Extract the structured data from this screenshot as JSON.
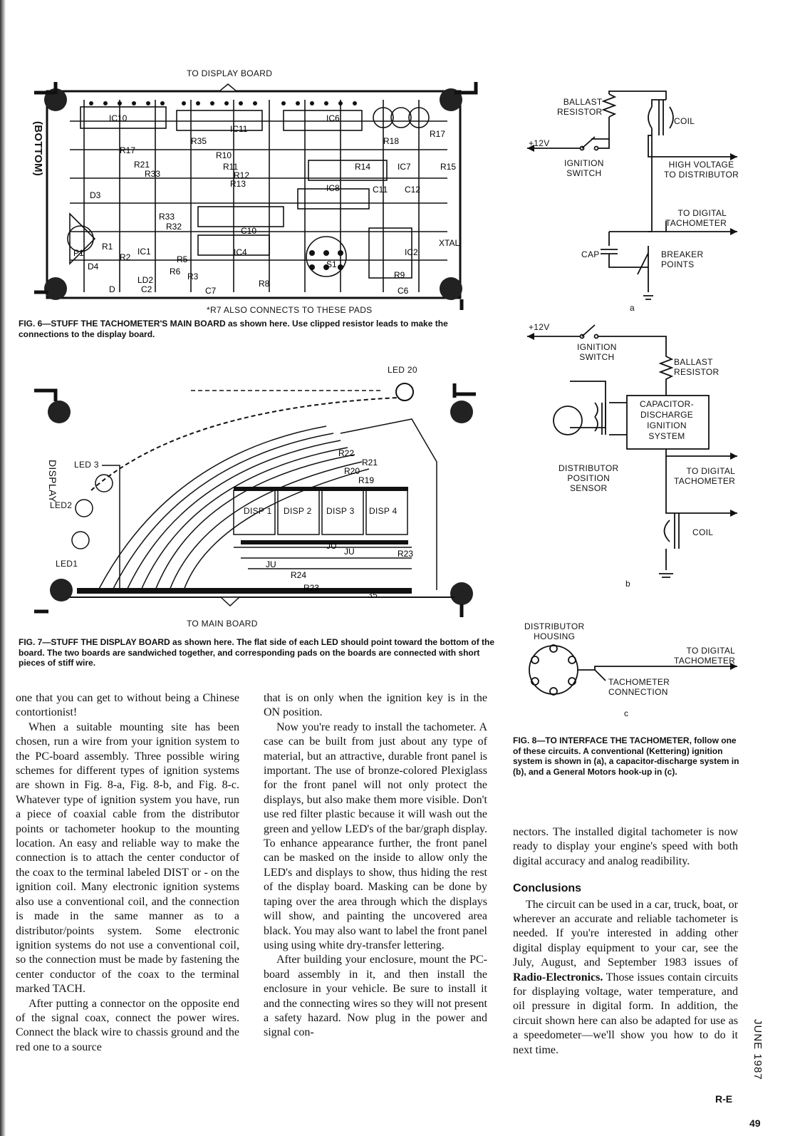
{
  "fig6": {
    "top_label": "TO DISPLAY BOARD",
    "note": "*R7 ALSO CONNECTS TO THESE PADS",
    "side_label": "(BOTTOM)",
    "caption_fig": "FIG. 6—STUFF THE TACHOMETER'S MAIN BOARD",
    "caption_text": " as shown here. Use clipped resistor leads to make the connections to the display board."
  },
  "fig7": {
    "top_label": "LED 20",
    "bottom_label": "TO MAIN BOARD",
    "side_label": "DISPLAY",
    "led_labels": [
      "LED 3",
      "LED2",
      "LED1"
    ],
    "disp_labels": [
      "DISP 1",
      "DISP 2",
      "DISP 3",
      "DISP 4"
    ],
    "pad_label": "35",
    "caption_fig": "FIG. 7—STUFF THE DISPLAY BOARD",
    "caption_text": " as shown here. The flat side of each LED should point toward the bottom of the board. The two boards are sandwiched together, and corresponding pads on the boards are connected with short pieces of stiff wire."
  },
  "fig8": {
    "a": {
      "ballast": [
        "BALLAST",
        "RESISTOR"
      ],
      "coil": "COIL",
      "plus12": "+12V",
      "ignition": [
        "IGNITION",
        "SWITCH"
      ],
      "high_voltage": [
        "HIGH VOLTAGE",
        "TO DISTRIBUTOR"
      ],
      "to_tach": [
        "TO DIGITAL",
        "TACHOMETER"
      ],
      "cap": "CAP",
      "breaker": [
        "BREAKER",
        "POINTS"
      ],
      "letter": "a"
    },
    "b": {
      "plus12": "+12V",
      "ignition": [
        "IGNITION",
        "SWITCH"
      ],
      "ballast": [
        "BALLAST",
        "RESISTOR"
      ],
      "cd": [
        "CAPACITOR-",
        "DISCHARGE",
        "IGNITION",
        "SYSTEM"
      ],
      "sensor": [
        "DISTRIBUTOR",
        "POSITION",
        "SENSOR"
      ],
      "to_tach": [
        "TO DIGITAL",
        "TACHOMETER"
      ],
      "coil": "COIL",
      "letter": "b"
    },
    "c": {
      "housing": [
        "DISTRIBUTOR",
        "HOUSING"
      ],
      "to_tach": [
        "TO DIGITAL",
        "TACHOMETER"
      ],
      "connection": [
        "TACHOMETER",
        "CONNECTION"
      ],
      "letter": "c"
    },
    "caption_fig": "FIG. 8—TO INTERFACE THE TACHOMETER,",
    "caption_text": " follow one of these circuits. A conventional (Kettering) ignition system is shown in (a), a capacitor-discharge system in (b), and a General Motors hook-up in (c)."
  },
  "col1": [
    "one that you can get to without being a Chinese contortionist!",
    "When a suitable mounting site has been chosen, run a wire from your ignition system to the PC-board assembly. Three possible wiring schemes for different types of ignition systems are shown in Fig. 8-a, Fig. 8-b, and Fig. 8-c. Whatever type of ignition system you have, run a piece of coaxial cable from the distributor points or tachometer hookup to the mounting location. An easy and reliable way to make the connection is to attach the center conductor of the coax to the terminal labeled DIST or - on the ignition coil. Many electronic ignition systems also use a conventional coil, and the connection is made in the same manner as to a distributor/points system. Some electronic ignition systems do not use a conventional coil, so the connection must be made by fastening the center conductor of the coax to the terminal marked TACH.",
    "After putting a connector on the opposite end of the signal coax, connect the power wires. Connect the black wire to chassis ground and the red one to a source"
  ],
  "col2": [
    "that is on only when the ignition key is in the ON position.",
    "Now you're ready to install the tachometer. A case can be built from just about any type of material, but an attractive, durable front panel is important. The use of bronze-colored Plexiglass for the front panel will not only protect the displays, but also make them more visible. Don't use red filter plastic because it will wash out the green and yellow LED's of the bar/graph display. To enhance appearance further, the front panel can be masked on the inside to allow only the LED's and displays to show, thus hiding the rest of the display board. Masking can be done by taping over the area through which the displays will show, and painting the uncovered area black. You may also want to label the front panel using using white dry-transfer lettering.",
    "After building your enclosure, mount the PC-board assembly in it, and then install the enclosure in your vehicle. Be sure to install it and the connecting wires so they will not present a safety hazard. Now plug in the power and signal con-"
  ],
  "col3": {
    "intro": "nectors. The installed digital tachometer is now ready to display your engine's speed with both digital accuracy and analog readibility.",
    "heading": "Conclusions",
    "para_start": "The circuit can be used in a car, truck, boat, or wherever an accurate and reliable tachometer is needed. If you're interested in adding other digital display equipment to your car, see the July, August, and September 1983 issues of ",
    "para_bold": "Radio-Electronics.",
    "para_end": " Those issues contain circuits for displaying voltage, water temperature, and oil pressure in digital form. In addition, the circuit shown here can also be adapted for use as a speedometer—we'll show you how to do it next time.",
    "end_mark": "R-E"
  },
  "footer": {
    "date": "JUNE 1987",
    "page": "49"
  }
}
